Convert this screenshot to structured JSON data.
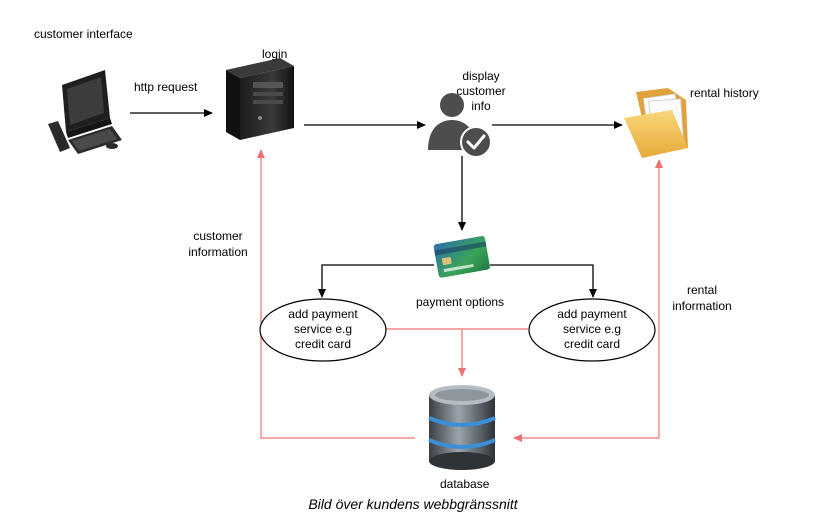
{
  "nodes": {
    "customer_interface": "customer interface",
    "login": "login",
    "display_customer_info": [
      "display",
      "customer",
      "info"
    ],
    "rental_history": "rental history",
    "payment_options": "payment options",
    "add_payment_left": [
      "add payment",
      "service e.g",
      "credit card"
    ],
    "add_payment_right": [
      "add payment",
      "service e.g",
      "credit card"
    ],
    "database": "database"
  },
  "edges": {
    "http_request": "http request",
    "customer_information": [
      "customer",
      "information"
    ],
    "rental_information": [
      "rental",
      "information"
    ]
  },
  "caption": "Bild över kundens webbgränssnitt",
  "colors": {
    "flow_arrow": "#000000",
    "data_arrow": "#f07070",
    "card_blue": "#2d6fa8",
    "card_green": "#3aa35a",
    "db_blue": "#3b8fd9",
    "folder": "#f2c14e"
  },
  "icons": {
    "customer_interface": "computer-icon",
    "login": "server-icon",
    "display_customer_info": "verified-user-icon",
    "rental_history": "folder-icon",
    "payment_options": "credit-card-icon",
    "database": "database-icon"
  }
}
